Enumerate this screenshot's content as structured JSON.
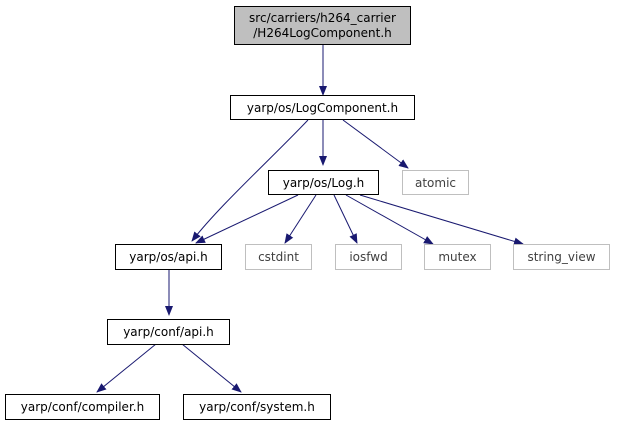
{
  "colors": {
    "edge": "#191970",
    "box_border_primary": "#000000",
    "box_border_secondary": "#bfbfbf",
    "root_fill": "#bfbfbf",
    "text_primary": "#000000",
    "text_secondary": "#404040"
  },
  "nodes": {
    "root": {
      "line1": "src/carriers/h264_carrier",
      "line2": "/H264LogComponent.h"
    },
    "log_component": {
      "label": "yarp/os/LogComponent.h"
    },
    "atomic": {
      "label": "atomic"
    },
    "log": {
      "label": "yarp/os/Log.h"
    },
    "os_api": {
      "label": "yarp/os/api.h"
    },
    "cstdint": {
      "label": "cstdint"
    },
    "iosfwd": {
      "label": "iosfwd"
    },
    "mutex": {
      "label": "mutex"
    },
    "string_view": {
      "label": "string_view"
    },
    "conf_api": {
      "label": "yarp/conf/api.h"
    },
    "conf_compiler": {
      "label": "yarp/conf/compiler.h"
    },
    "conf_system": {
      "label": "yarp/conf/system.h"
    }
  }
}
